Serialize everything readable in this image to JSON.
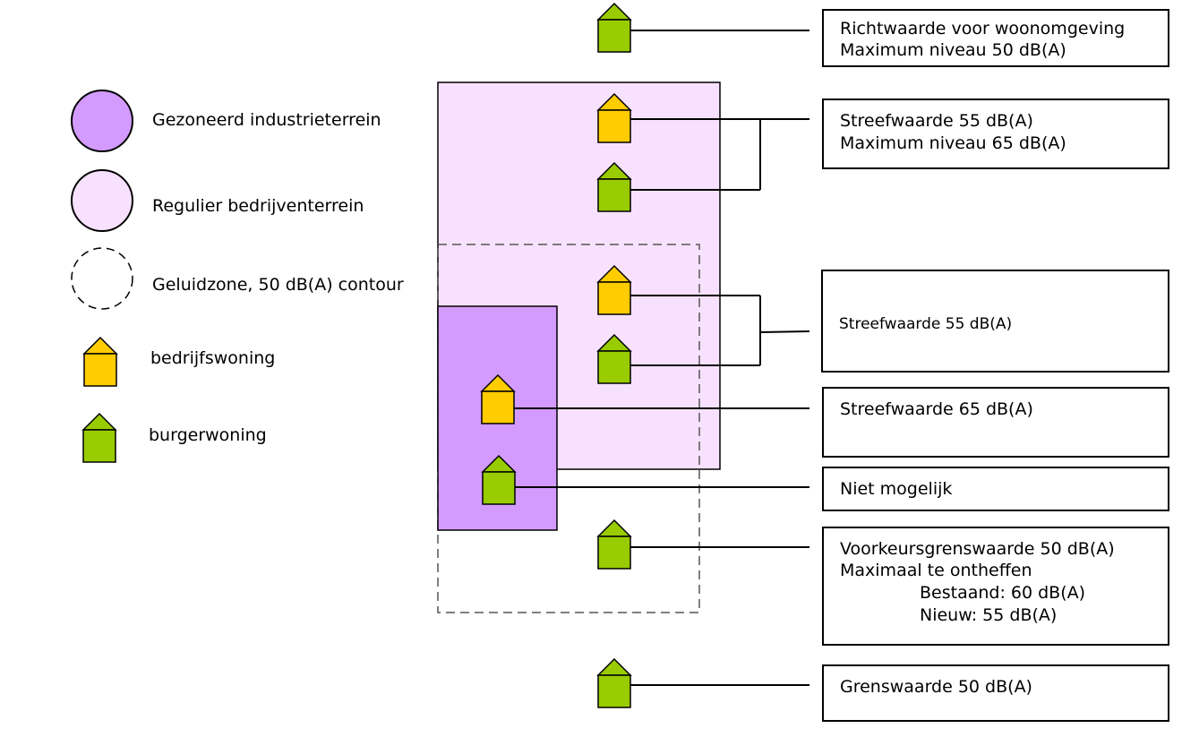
{
  "colors": {
    "industrial_fill": "#D39BFE",
    "regular_fill": "#F8E1FE",
    "bedrijfswoning": "#FFCC00",
    "burgerwoning": "#99CC00",
    "zone_stroke": "#555555"
  },
  "legend": {
    "industrial": "Gezoneerd industrieterrein",
    "regular": "Regulier bedrijventerrein",
    "zone": "Geluidzone, 50 dB(A) contour",
    "bedrijfswoning": "bedrijfswoning",
    "burgerwoning": "burgerwoning"
  },
  "boxes": {
    "b1": {
      "line1": "Richtwaarde voor woonomgeving",
      "line2": "Maximum niveau 50 dB(A)"
    },
    "b2": {
      "line1": "Streefwaarde 55 dB(A)",
      "line2": "Maximum niveau 65 dB(A)"
    },
    "b3": {
      "line1": "Streefwaarde 55 dB(A)"
    },
    "b4": {
      "line1": "Streefwaarde 65 dB(A)"
    },
    "b5": {
      "line1": "Niet mogelijk"
    },
    "b6": {
      "line1": "Voorkeursgrenswaarde 50 dB(A)",
      "line2": "Maximaal te ontheffen",
      "line3": "Bestaand: 60 dB(A)",
      "line4": "Nieuw: 55 dB(A)"
    },
    "b7": {
      "line1": "Grenswaarde 50 dB(A)"
    }
  }
}
